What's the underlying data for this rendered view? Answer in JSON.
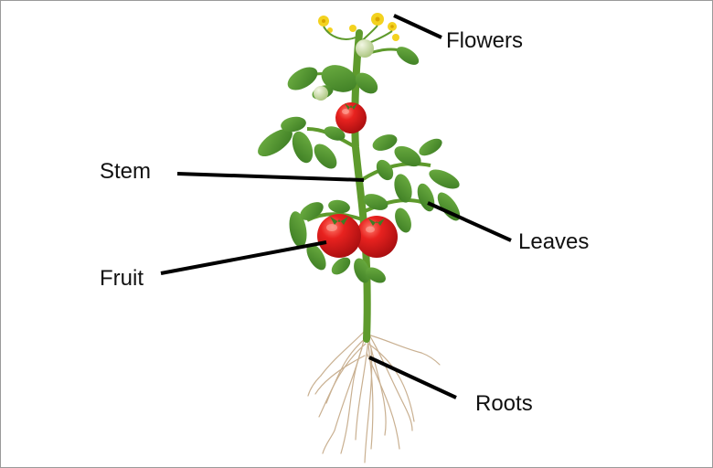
{
  "labels": {
    "flowers": "Flowers",
    "stem": "Stem",
    "leaves": "Leaves",
    "fruit": "Fruit",
    "roots": "Roots"
  },
  "colors": {
    "stem": "#5e9a2c",
    "leaf": "#4f9630",
    "leaf_dark": "#2f6e1c",
    "fruit": "#d6161a",
    "fruit_highlight": "#ff6b5a",
    "green_fruit": "#d9e6b8",
    "flower": "#f3d21f",
    "root": "#c9b091",
    "leader_line": "#000000"
  },
  "icons": {
    "plant": "tomato-plant-illustration"
  }
}
